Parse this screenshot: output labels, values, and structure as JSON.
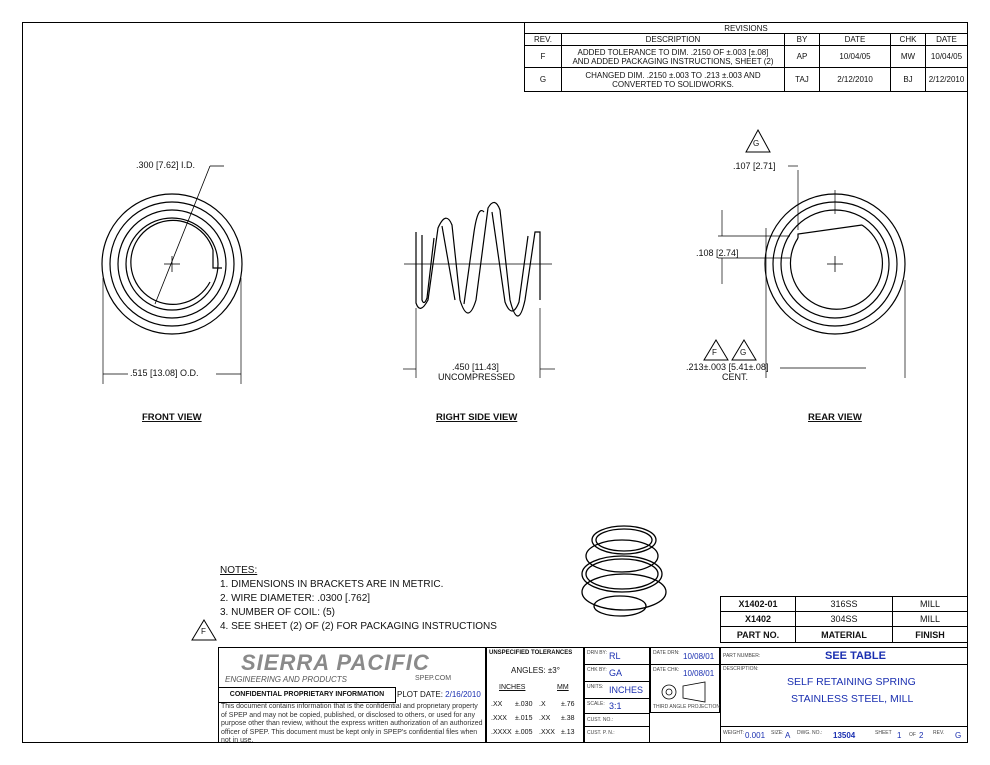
{
  "revisions": {
    "title": "REVISIONS",
    "headers": [
      "REV.",
      "DESCRIPTION",
      "BY",
      "DATE",
      "CHK",
      "DATE"
    ],
    "rows": [
      {
        "rev": "F",
        "desc1": "ADDED TOLERANCE TO DIM. .2150 OF ±.003 [±.08]",
        "desc2": "AND ADDED PACKAGING INSTRUCTIONS, SHEET (2)",
        "by": "AP",
        "date": "10/04/05",
        "chk": "MW",
        "date2": "10/04/05"
      },
      {
        "rev": "G",
        "desc1": "CHANGED DIM. .2150 ±.003 TO .213 ±.003 AND",
        "desc2": "CONVERTED TO SOLIDWORKS.",
        "by": "TAJ",
        "date": "2/12/2010",
        "chk": "BJ",
        "date2": "2/12/2010"
      }
    ]
  },
  "views": {
    "front": {
      "label": "FRONT VIEW",
      "id_dim": ".300 [7.62]  I.D.",
      "od_dim": ".515 [13.08]  O.D."
    },
    "side": {
      "label": "RIGHT SIDE VIEW",
      "len_dim": ".450 [11.43]",
      "len_note": "UNCOMPRESSED"
    },
    "rear": {
      "label": "REAR VIEW",
      "dim_top": ".107 [2.71]",
      "dim_mid": ".108 [2.74]",
      "dim_bot": ".213±.003 [5.41±.08]",
      "dim_bot_note": "CENT.",
      "tag_g": "G",
      "tag_f": "F"
    }
  },
  "notes": {
    "title": "NOTES:",
    "items": [
      "1.   DIMENSIONS IN BRACKETS ARE IN METRIC.",
      "2.   WIRE DIAMETER: .0300 [.762]",
      "3.   NUMBER OF COIL: (5)",
      "4.   SEE SHEET (2) OF (2) FOR PACKAGING INSTRUCTIONS"
    ],
    "flag": "F"
  },
  "parts_table": {
    "rows": [
      [
        "X1402-01",
        "316SS",
        "MILL"
      ],
      [
        "X1402",
        "304SS",
        "MILL"
      ]
    ],
    "headers": [
      "PART NO.",
      "MATERIAL",
      "FINISH"
    ]
  },
  "title_block": {
    "company": "SIERRA PACIFIC",
    "company_sub": "ENGINEERING AND PRODUCTS",
    "website": "SPEP.COM",
    "conf_label": "CONFIDENTIAL PROPRIETARY INFORMATION",
    "plot_label": "PLOT DATE:",
    "plot_date": "2/16/2010",
    "conf_text": "This document contains information that is the confidential and proprietary property of SPEP and may not be copied, published, or disclosed to others, or used for any purpose  other than review, without the express written authorization of an authorized officer of SPEP. This document must be kept only in SPEP's confidential files when not in use.",
    "tol_title": "UNSPECIFIED TOLERANCES",
    "angles": "ANGLES: ±3°",
    "inches_hdr": "INCHES",
    "mm_hdr": "MM",
    "tol_rows": [
      [
        ".XX",
        "±.030",
        ".X",
        "±.76"
      ],
      [
        ".XXX",
        "±.015",
        ".XX",
        "±.38"
      ],
      [
        ".XXXX",
        "±.005",
        ".XXX",
        "±.13"
      ]
    ],
    "drn_by_label": "DRN BY:",
    "drn_by": "RL",
    "chk_by_label": "CHK BY:",
    "chk_by": "GA",
    "units_label": "UNITS:",
    "units": "INCHES",
    "scale_label": "SCALE:",
    "scale": "3:1",
    "cust_no_label": "CUST. NO.:",
    "cust_pn_label": "CUST. P. N.:",
    "date_drn_label": "DATE DRN:",
    "date_drn": "10/08/01",
    "date_chk_label": "DATE CHK:",
    "date_chk": "10/08/01",
    "projection": "THIRD ANGLE PROJECTION",
    "part_number_label": "PART NUMBER:",
    "part_number": "SEE TABLE",
    "description_label": "DESCRIPTION:",
    "desc1": "SELF RETAINING SPRING",
    "desc2": "STAINLESS STEEL, MILL",
    "weight_label": "WEIGHT:",
    "weight": "0.001",
    "size_label": "SIZE:",
    "size": "A",
    "dwg_label": "DWG. NO.:",
    "dwg": "13504",
    "sheet_label": "SHEET",
    "sheet": "1",
    "of_label": "OF",
    "of": "2",
    "rev_label": "REV.",
    "rev": "G"
  }
}
